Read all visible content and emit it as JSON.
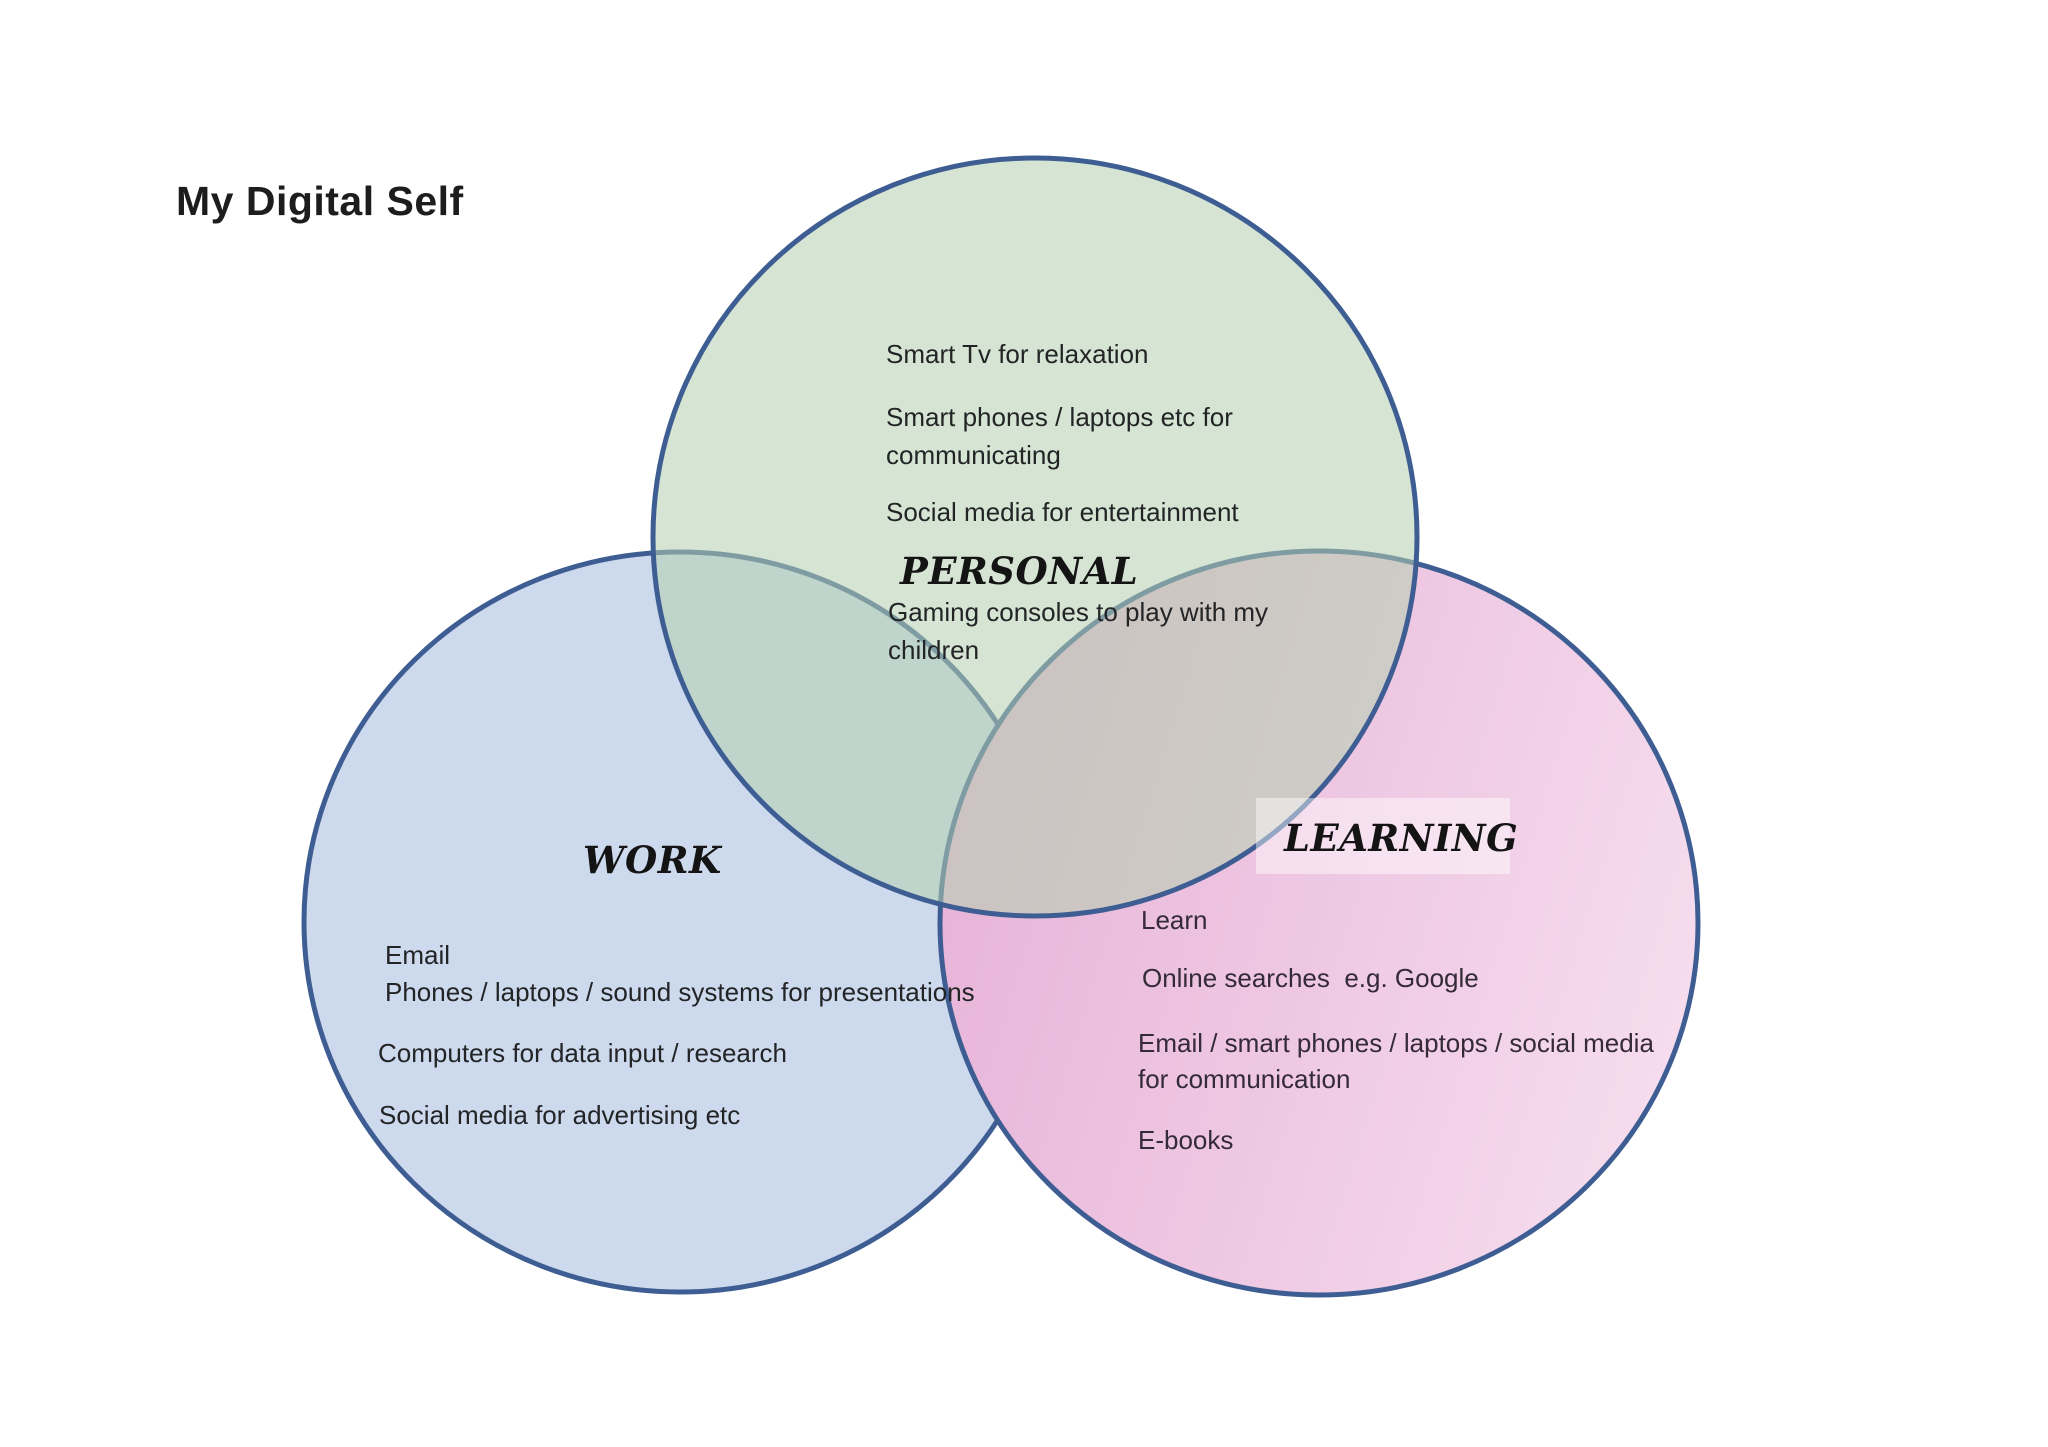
{
  "title": "My Digital Self",
  "colors": {
    "circle_border": "#3e5e93",
    "work_fill": "#cdd9ec",
    "personal_fill": "#b5cfae",
    "learning_fill_left": "#e7b3d8",
    "learning_fill_right": "#f6ddee"
  },
  "sections": {
    "personal": {
      "label": "PERSONAL",
      "items": [
        "Smart Tv for relaxation",
        "Smart phones / laptops etc for\ncommunicating",
        "Social media for entertainment",
        "Gaming consoles to play with my\nchildren"
      ]
    },
    "work": {
      "label": "WORK",
      "items": [
        "Email",
        "Phones / laptops / sound systems for presentations",
        "Computers for data input / research",
        "Social media for advertising etc"
      ]
    },
    "learning": {
      "label": "LEARNING",
      "items": [
        "Learn",
        "Online searches  e.g. Google",
        "Email / smart phones / laptops / social media\nfor communication",
        "E-books"
      ]
    }
  }
}
